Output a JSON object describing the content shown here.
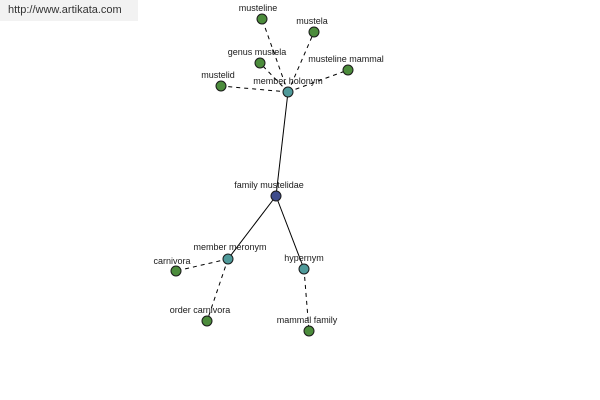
{
  "watermark": {
    "url_text": "http://www.artikata.com"
  },
  "colors": {
    "root": "#3f4c8c",
    "relation": "#4f9a9a",
    "leaf": "#4c8c3c"
  },
  "graph": {
    "nodes": [
      {
        "id": "family-mustelidae",
        "label": "family mustelidae",
        "kind": "root"
      },
      {
        "id": "member-holonym",
        "label": "member holonym",
        "kind": "relation"
      },
      {
        "id": "member-meronym",
        "label": "member meronym",
        "kind": "relation"
      },
      {
        "id": "hypernym",
        "label": "hypernym",
        "kind": "relation"
      },
      {
        "id": "musteline",
        "label": "musteline",
        "kind": "leaf"
      },
      {
        "id": "mustela",
        "label": "mustela",
        "kind": "leaf"
      },
      {
        "id": "genus-mustela",
        "label": "genus mustela",
        "kind": "leaf"
      },
      {
        "id": "musteline-mammal",
        "label": "musteline mammal",
        "kind": "leaf"
      },
      {
        "id": "mustelid",
        "label": "mustelid",
        "kind": "leaf"
      },
      {
        "id": "carnivora",
        "label": "carnivora",
        "kind": "leaf"
      },
      {
        "id": "order-carnivora",
        "label": "order carnivora",
        "kind": "leaf"
      },
      {
        "id": "mammal-family",
        "label": "mammal family",
        "kind": "leaf"
      }
    ],
    "edges": [
      {
        "from": "family-mustelidae",
        "to": "member-holonym",
        "style": "solid"
      },
      {
        "from": "family-mustelidae",
        "to": "member-meronym",
        "style": "solid"
      },
      {
        "from": "family-mustelidae",
        "to": "hypernym",
        "style": "solid"
      },
      {
        "from": "member-holonym",
        "to": "musteline",
        "style": "dashed"
      },
      {
        "from": "member-holonym",
        "to": "mustela",
        "style": "dashed"
      },
      {
        "from": "member-holonym",
        "to": "genus-mustela",
        "style": "dashed"
      },
      {
        "from": "member-holonym",
        "to": "musteline-mammal",
        "style": "dashed"
      },
      {
        "from": "member-holonym",
        "to": "mustelid",
        "style": "dashed"
      },
      {
        "from": "member-meronym",
        "to": "carnivora",
        "style": "dashed"
      },
      {
        "from": "member-meronym",
        "to": "order-carnivora",
        "style": "dashed"
      },
      {
        "from": "hypernym",
        "to": "mammal-family",
        "style": "dashed"
      }
    ]
  }
}
